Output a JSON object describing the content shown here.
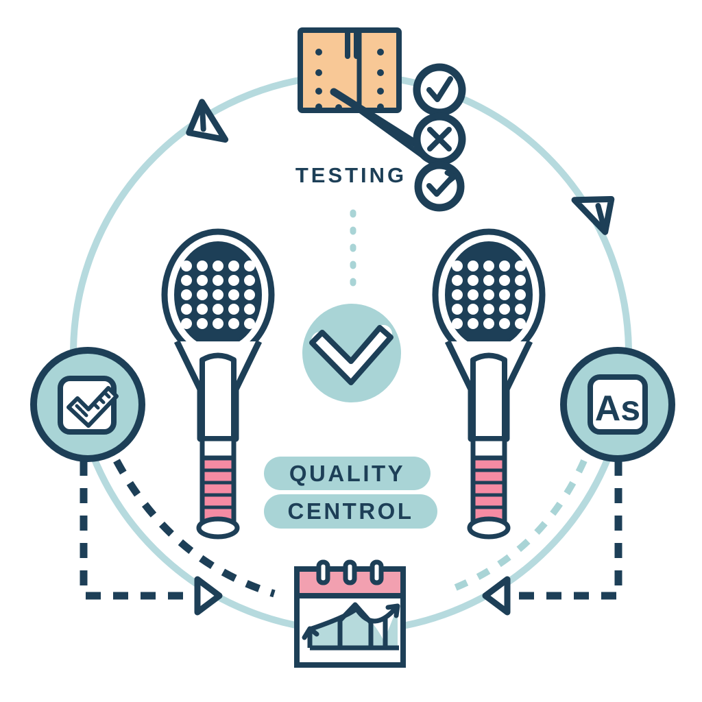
{
  "diagram": {
    "title_label": "TESTING",
    "center_badge": {
      "icon": "check-icon",
      "fill": "#a9d4d6",
      "stroke": "#1d3f57"
    },
    "pills": [
      {
        "label": "QUALITY",
        "fill": "#a9d4d6",
        "text_color": "#1d3f57"
      },
      {
        "label": "CENTROL",
        "fill": "#a9d4d6",
        "text_color": "#1d3f57"
      }
    ],
    "ring": {
      "color": "#b6dade",
      "stroke_width": 10,
      "arrow_color": "#1d3f57",
      "arrows": [
        "ring-arrow-top-left",
        "ring-arrow-right"
      ]
    },
    "nodes": [
      {
        "name": "measure-badge",
        "position": "left",
        "icon": "ruler-check-icon",
        "circle_fill": "#a9d4d6",
        "circle_stroke": "#1d3f57"
      },
      {
        "name": "as-badge",
        "position": "right",
        "label": "As",
        "icon": "as-square-icon",
        "circle_fill": "#a9d4d6",
        "circle_stroke": "#1d3f57"
      },
      {
        "name": "notebook-node",
        "position": "top",
        "icon": "notebook-pen-icon",
        "fill": "#f8c896",
        "stroke": "#1d3f57"
      },
      {
        "name": "calendar-chart-node",
        "position": "bottom",
        "icon": "calendar-chart-icon",
        "header_fill": "#f2a0b0",
        "chart_fill": "#a9d4d6",
        "stroke": "#1d3f57"
      }
    ],
    "status_markers": [
      {
        "name": "status-pass",
        "icon": "check-circle-icon",
        "stroke": "#1d3f57"
      },
      {
        "name": "status-fail",
        "icon": "x-circle-icon",
        "stroke": "#1d3f57"
      },
      {
        "name": "status-rework",
        "icon": "check-arrow-circle-icon",
        "stroke": "#1d3f57"
      }
    ],
    "rackets": [
      {
        "name": "racket-left",
        "frame_stroke": "#1d3f57",
        "string_fill": "#1d3f57",
        "grip_fill": "#f58ba3"
      },
      {
        "name": "racket-right",
        "frame_stroke": "#1d3f57",
        "string_fill": "#1d3f57",
        "grip_fill": "#f58ba3"
      }
    ],
    "connectors": [
      {
        "name": "connector-dashed-left",
        "style": "dashed",
        "color": "#1d3f57",
        "arrow": "right"
      },
      {
        "name": "connector-dashed-right",
        "style": "dashed",
        "color": "#1d3f57",
        "arrow": "left"
      },
      {
        "name": "connector-curve-left",
        "style": "dashed",
        "color": "#1d3f57"
      },
      {
        "name": "connector-curve-right",
        "style": "dashed",
        "color": "#a9d4d6"
      },
      {
        "name": "connector-vertical-dotted",
        "style": "dashed",
        "color": "#a9d4d6"
      }
    ]
  }
}
